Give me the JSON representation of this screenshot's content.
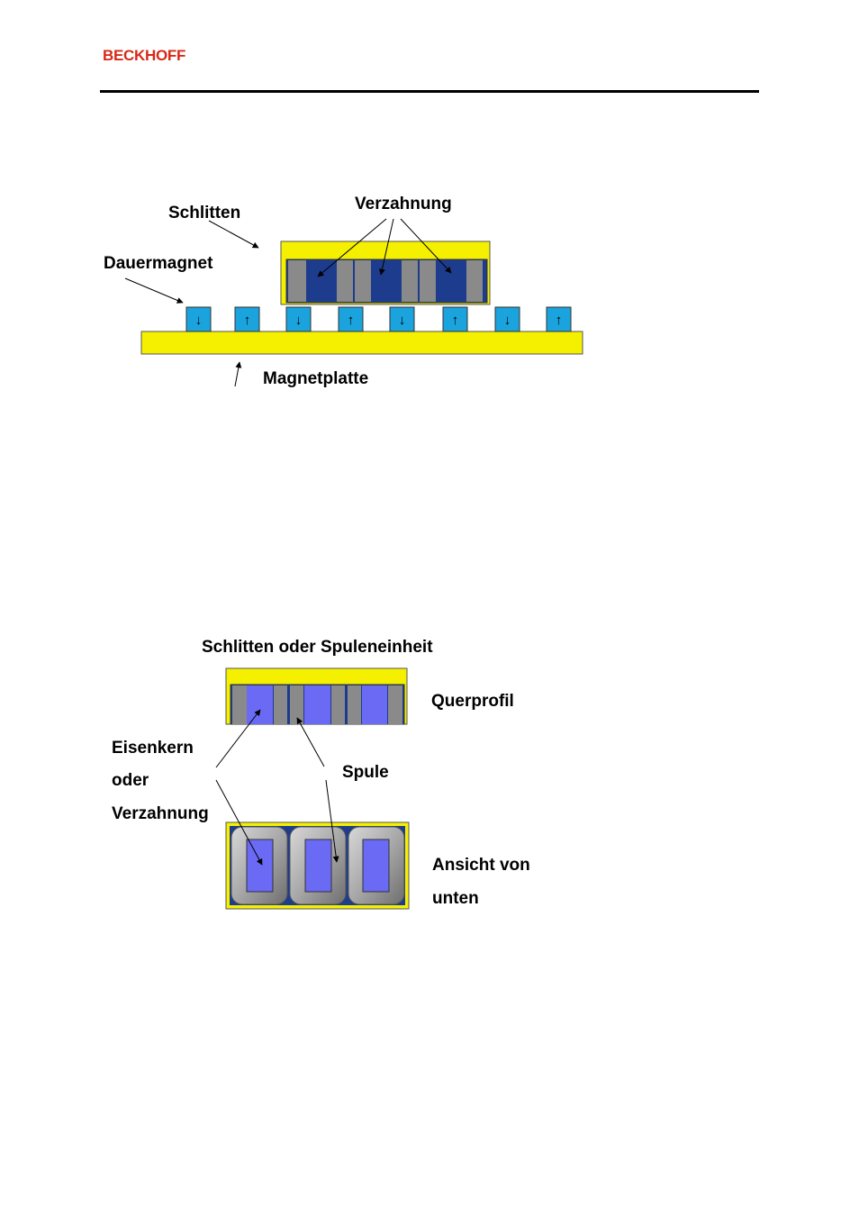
{
  "header": {
    "logo_text": "BECKHOFF"
  },
  "diagram1": {
    "labels": {
      "slide": "Schlitten",
      "teeth": "Verzahnung",
      "permanent_magnet": "Dauermagnet",
      "magnet_plate": "Magnetplatte"
    },
    "magnet_arrows": [
      "↓",
      "↑",
      "↓",
      "↑",
      "↓",
      "↑",
      "↓",
      "↑"
    ]
  },
  "diagram2": {
    "labels": {
      "title": "Schlitten oder Spuleneinheit",
      "cross_section": "Querprofil",
      "iron_core_line1": "Eisenkern",
      "iron_core_line2": "oder",
      "iron_core_line3": "Verzahnung",
      "coil": "Spule",
      "bottom_view_line1": "Ansicht von",
      "bottom_view_line2": "unten"
    }
  },
  "colors": {
    "brand_red": "#d62a18",
    "plate_yellow": "#f5f000",
    "magnet_cyan": "#1aa3dd",
    "tooth_navy": "#1e3c8e",
    "coil_gray": "#8a8a8a",
    "core_violet": "#6a6af5"
  }
}
